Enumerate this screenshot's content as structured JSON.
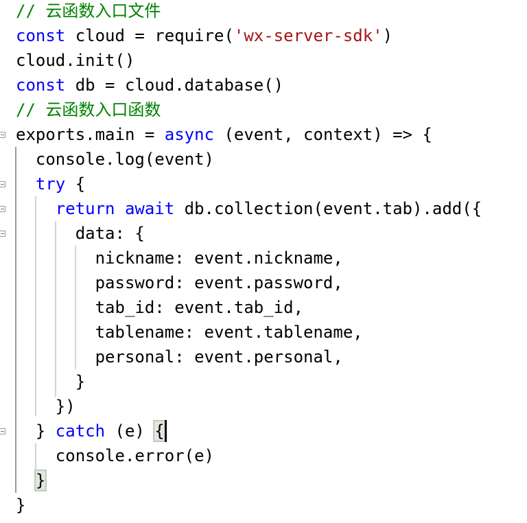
{
  "colors": {
    "comment": "#008000",
    "keyword": "#0000ff",
    "string": "#a31515",
    "plain": "#000000"
  },
  "code_lines": [
    {
      "indent": 0,
      "fold": false,
      "tokens": [
        {
          "t": "// 云函数入口文件",
          "k": "comment"
        }
      ]
    },
    {
      "indent": 0,
      "fold": false,
      "tokens": [
        {
          "t": "const",
          "k": "keyword"
        },
        {
          "t": " cloud = require(",
          "k": "plain"
        },
        {
          "t": "'wx-server-sdk'",
          "k": "string"
        },
        {
          "t": ")",
          "k": "plain"
        }
      ]
    },
    {
      "indent": 0,
      "fold": false,
      "tokens": [
        {
          "t": "cloud.init()",
          "k": "plain"
        }
      ]
    },
    {
      "indent": 0,
      "fold": false,
      "tokens": [
        {
          "t": "const",
          "k": "keyword"
        },
        {
          "t": " db = cloud.database()",
          "k": "plain"
        }
      ]
    },
    {
      "indent": 0,
      "fold": false,
      "tokens": [
        {
          "t": "// 云函数入口函数",
          "k": "comment"
        }
      ]
    },
    {
      "indent": 0,
      "fold": true,
      "tokens": [
        {
          "t": "exports.main = ",
          "k": "plain"
        },
        {
          "t": "async",
          "k": "keyword"
        },
        {
          "t": " (event, context) => {",
          "k": "plain"
        }
      ]
    },
    {
      "indent": 1,
      "fold": false,
      "tokens": [
        {
          "t": "console.log(event)",
          "k": "plain"
        }
      ]
    },
    {
      "indent": 1,
      "fold": true,
      "tokens": [
        {
          "t": "try",
          "k": "keyword"
        },
        {
          "t": " {",
          "k": "plain"
        }
      ]
    },
    {
      "indent": 2,
      "fold": true,
      "tokens": [
        {
          "t": "return",
          "k": "keyword"
        },
        {
          "t": " ",
          "k": "plain"
        },
        {
          "t": "await",
          "k": "keyword"
        },
        {
          "t": " db.collection(event.tab).add({",
          "k": "plain"
        }
      ]
    },
    {
      "indent": 3,
      "fold": true,
      "tokens": [
        {
          "t": "data: {",
          "k": "plain"
        }
      ]
    },
    {
      "indent": 4,
      "fold": false,
      "tokens": [
        {
          "t": "nickname: event.nickname,",
          "k": "plain"
        }
      ]
    },
    {
      "indent": 4,
      "fold": false,
      "tokens": [
        {
          "t": "password: event.password,",
          "k": "plain"
        }
      ]
    },
    {
      "indent": 4,
      "fold": false,
      "tokens": [
        {
          "t": "tab_id: event.tab_id,",
          "k": "plain"
        }
      ]
    },
    {
      "indent": 4,
      "fold": false,
      "tokens": [
        {
          "t": "tablename: event.tablename,",
          "k": "plain"
        }
      ]
    },
    {
      "indent": 4,
      "fold": false,
      "tokens": [
        {
          "t": "personal: event.personal,",
          "k": "plain"
        }
      ]
    },
    {
      "indent": 3,
      "fold": false,
      "tokens": [
        {
          "t": "}",
          "k": "plain"
        }
      ]
    },
    {
      "indent": 2,
      "fold": false,
      "tokens": [
        {
          "t": "})",
          "k": "plain"
        }
      ]
    },
    {
      "indent": 1,
      "fold": true,
      "tokens": [
        {
          "t": "} ",
          "k": "plain"
        },
        {
          "t": "catch",
          "k": "keyword"
        },
        {
          "t": " (e) ",
          "k": "plain"
        },
        {
          "t": "{",
          "k": "plain",
          "match": true
        }
      ]
    },
    {
      "indent": 2,
      "fold": false,
      "tokens": [
        {
          "t": "console.error(e)",
          "k": "plain"
        }
      ]
    },
    {
      "indent": 1,
      "fold": false,
      "tokens": [
        {
          "t": "}",
          "k": "plain",
          "match": true
        }
      ]
    },
    {
      "indent": 0,
      "fold": false,
      "tokens": [
        {
          "t": "}",
          "k": "plain"
        }
      ]
    }
  ]
}
